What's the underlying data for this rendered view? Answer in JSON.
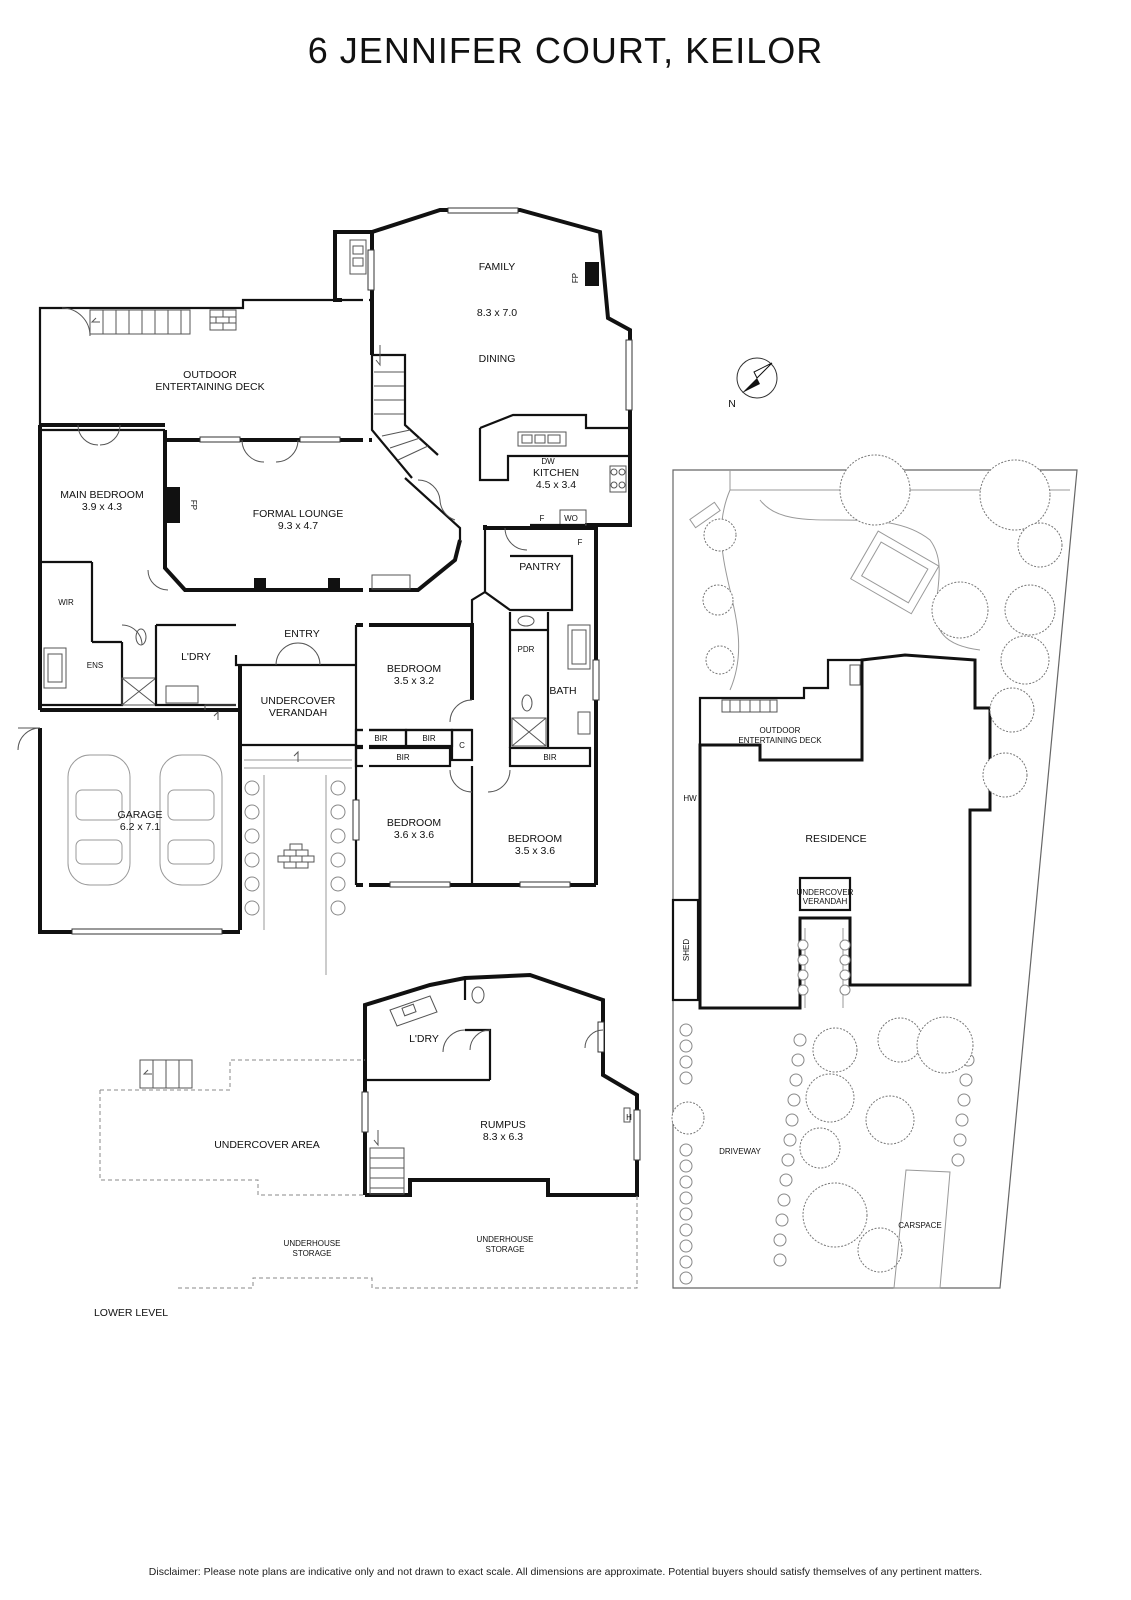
{
  "title": "6 JENNIFER COURT, KEILOR",
  "disclaimer": "Disclaimer: Please note plans are indicative only and not drawn to exact scale. All dimensions are approximate. Potential buyers should satisfy themselves of any pertinent matters.",
  "compass": {
    "label": "N"
  },
  "upper_level": {
    "family": "FAMILY",
    "family_dims": "8.3 x 7.0",
    "dining": "DINING",
    "fp_family": "FP",
    "outdoor_deck_1": "OUTDOOR",
    "outdoor_deck_2": "ENTERTAINING DECK",
    "main_bedroom": "MAIN BEDROOM",
    "main_bedroom_dims": "3.9 x 4.3",
    "fp_main": "FP",
    "formal_lounge": "FORMAL LOUNGE",
    "formal_lounge_dims": "9.3 x 4.7",
    "kitchen": "KITCHEN",
    "kitchen_dims": "4.5 x 3.4",
    "dw": "DW",
    "f_kitchen": "F",
    "wo": "WO",
    "f_pantry": "F",
    "pantry": "PANTRY",
    "wir": "WIR",
    "ens": "ENS",
    "laundry": "L'DRY",
    "entry": "ENTRY",
    "bedroom_1": "BEDROOM",
    "bedroom_1_dims": "3.5 x 3.2",
    "pdr": "PDR",
    "bath": "BATH",
    "verandah_1": "UNDERCOVER",
    "verandah_2": "VERANDAH",
    "bir_1": "BIR",
    "bir_2": "BIR",
    "bir_3": "BIR",
    "bir_4": "BIR",
    "c": "C",
    "garage": "GARAGE",
    "garage_dims": "6.2 x 7.1",
    "bedroom_2": "BEDROOM",
    "bedroom_2_dims": "3.6 x 3.6",
    "bedroom_3": "BEDROOM",
    "bedroom_3_dims": "3.5 x 3.6"
  },
  "lower_level": {
    "label": "LOWER LEVEL",
    "laundry": "L'DRY",
    "rumpus": "RUMPUS",
    "rumpus_dims": "8.3 x 6.3",
    "h": "H",
    "undercover_area": "UNDERCOVER AREA",
    "underhouse_1a": "UNDERHOUSE",
    "underhouse_1b": "STORAGE",
    "underhouse_2a": "UNDERHOUSE",
    "underhouse_2b": "STORAGE"
  },
  "site_plan": {
    "residence": "RESIDENCE",
    "deck_1": "OUTDOOR",
    "deck_2": "ENTERTAINING DECK",
    "verandah_1": "UNDERCOVER",
    "verandah_2": "VERANDAH",
    "shed": "SHED",
    "driveway": "DRIVEWAY",
    "carspace": "CARSPACE",
    "hw": "HW"
  }
}
